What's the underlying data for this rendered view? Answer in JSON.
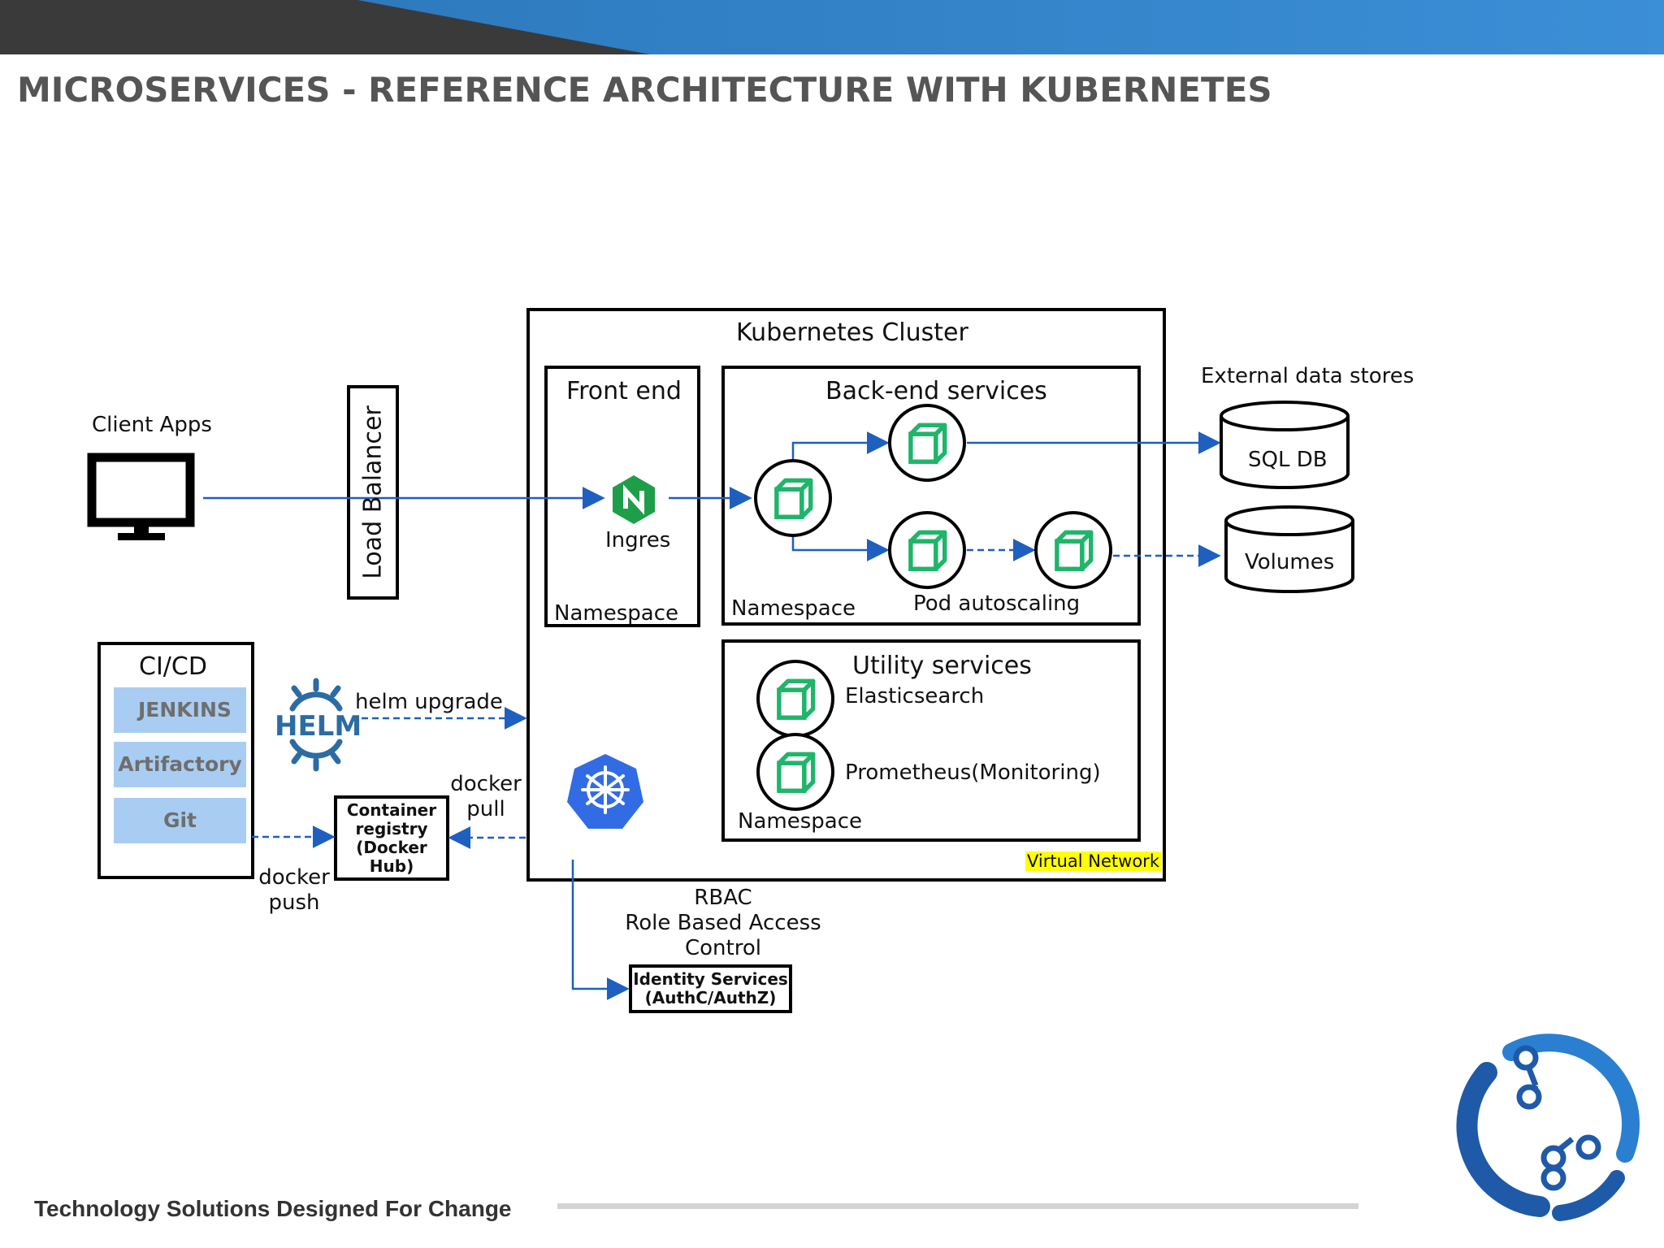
{
  "title": "MICROSERVICES - REFERENCE ARCHITECTURE WITH KUBERNETES",
  "colors": {
    "header_dark": "#3a3a3a",
    "header_blue": "#2f86cf",
    "arrow_blue": "#1f5fbf",
    "pod_green": "#1fb56a",
    "helm_blue": "#2b6ca3",
    "k8s_blue": "#326ce5",
    "nginx_green": "#1f9e4a",
    "highlight_yellow": "#ffff00"
  },
  "client": {
    "label": "Client Apps",
    "icon": "monitor-icon"
  },
  "load_balancer": {
    "label": "Load Balancer"
  },
  "cluster": {
    "label": "Kubernetes Cluster",
    "virtual_network": "Virtual Network",
    "icon": "kubernetes-icon"
  },
  "frontend": {
    "title": "Front end",
    "ingress_label": "Ingres",
    "ingress_icon_letter": "N",
    "namespace": "Namespace"
  },
  "backend": {
    "title": "Back-end services",
    "namespace": "Namespace",
    "autoscaling": "Pod autoscaling"
  },
  "utility": {
    "title": "Utility services",
    "services": [
      "Elasticsearch",
      "Prometheus(Monitoring)"
    ],
    "namespace": "Namespace"
  },
  "external": {
    "title": "External data stores",
    "stores": [
      "SQL DB",
      "Volumes"
    ]
  },
  "cicd": {
    "title": "CI/CD",
    "tools": [
      "JENKINS",
      "Artifactory",
      "Git"
    ]
  },
  "helm": {
    "logo_text": "HELM",
    "arrow_label": "helm upgrade"
  },
  "registry": {
    "lines": [
      "Container",
      "registry",
      "(Docker",
      "Hub)"
    ],
    "push_label": [
      "docker",
      "push"
    ],
    "pull_label": [
      "docker",
      "pull"
    ]
  },
  "rbac": {
    "lines": [
      "RBAC",
      "Role Based Access",
      "Control"
    ]
  },
  "identity": {
    "lines": [
      "Identity Services",
      "(AuthC/AuthZ)"
    ]
  },
  "footer": {
    "tagline": "Technology Solutions Designed For Change"
  }
}
